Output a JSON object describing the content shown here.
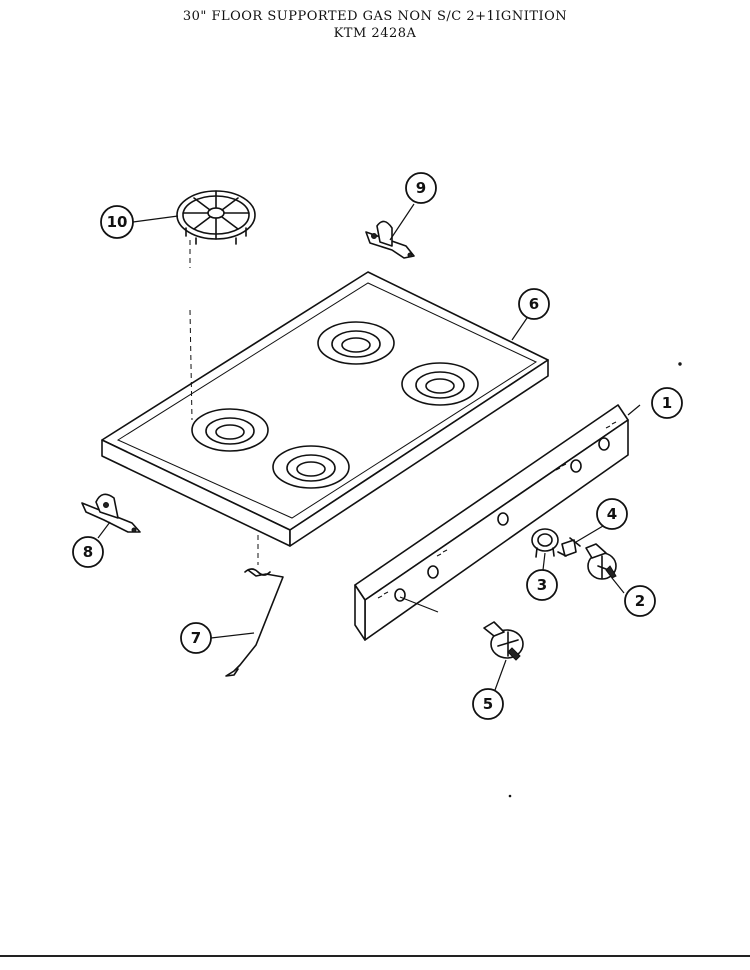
{
  "header": {
    "title": "30\" FLOOR SUPPORTED GAS NON S/C 2+1IGNITION",
    "model": "KTM 2428A"
  },
  "callouts": [
    {
      "id": "callout-1",
      "label": "1"
    },
    {
      "id": "callout-2",
      "label": "2"
    },
    {
      "id": "callout-3",
      "label": "3"
    },
    {
      "id": "callout-4",
      "label": "4"
    },
    {
      "id": "callout-5",
      "label": "5"
    },
    {
      "id": "callout-6",
      "label": "6"
    },
    {
      "id": "callout-7",
      "label": "7"
    },
    {
      "id": "callout-8",
      "label": "8"
    },
    {
      "id": "callout-9",
      "label": "9"
    },
    {
      "id": "callout-10",
      "label": "10"
    }
  ]
}
